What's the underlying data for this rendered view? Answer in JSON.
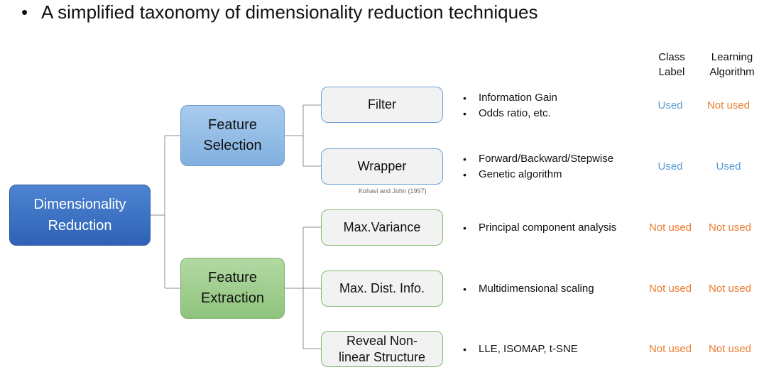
{
  "title": "A simplified taxonomy of dimensionality reduction techniques",
  "columns": {
    "class_label": [
      "Class",
      "Label"
    ],
    "learning_algorithm": [
      "Learning",
      "Algorithm"
    ]
  },
  "root": [
    "Dimensionality",
    "Reduction"
  ],
  "feature_selection": [
    "Feature",
    "Selection"
  ],
  "feature_extraction": [
    "Feature",
    "Extraction"
  ],
  "citation": "Kohavi and John (1997)",
  "rows": [
    {
      "method": [
        "Filter"
      ],
      "examples": [
        "Information Gain",
        "Odds ratio, etc."
      ],
      "class_label": "Used",
      "learning_algorithm": "Not used"
    },
    {
      "method": [
        "Wrapper"
      ],
      "examples": [
        "Forward/Backward/Stepwise",
        "Genetic algorithm"
      ],
      "class_label": "Used",
      "learning_algorithm": "Used"
    },
    {
      "method": [
        "Max.Variance"
      ],
      "examples": [
        "Principal component analysis"
      ],
      "class_label": "Not used",
      "learning_algorithm": "Not used"
    },
    {
      "method": [
        "Max. Dist. Info."
      ],
      "examples": [
        "Multidimensional scaling"
      ],
      "class_label": "Not used",
      "learning_algorithm": "Not used"
    },
    {
      "method": [
        "Reveal Non-",
        "linear Structure"
      ],
      "examples": [
        "LLE, ISOMAP, t-SNE"
      ],
      "class_label": "Not used",
      "learning_algorithm": "Not used"
    }
  ],
  "colors": {
    "used": "#5b9bd5",
    "not_used": "#ed7d31"
  }
}
